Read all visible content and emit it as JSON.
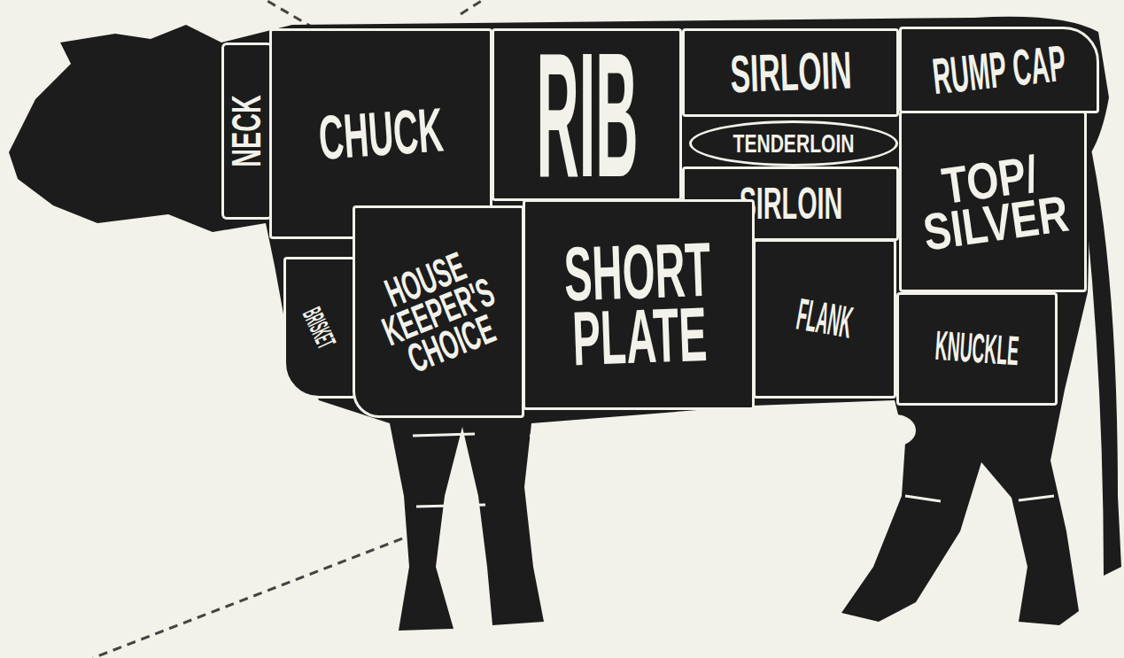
{
  "diagram": {
    "nodes": [
      {
        "text": [
          "NECK"
        ]
      },
      {
        "text": [
          "CHUCK"
        ]
      },
      {
        "text": [
          "RIB"
        ]
      },
      {
        "text": [
          "SIRLOIN"
        ]
      },
      {
        "text": [
          "RUMP CAP"
        ]
      },
      {
        "text": [
          "TENDERLOIN"
        ]
      },
      {
        "text": [
          "SIRLOIN"
        ]
      },
      {
        "text": [
          "TOP/ SILVER"
        ]
      },
      {
        "text": [
          "BRISKET"
        ]
      },
      {
        "text": [
          "HOUSE KEEPER'S CHOICE"
        ]
      },
      {
        "text": [
          "SHORT PLATE"
        ]
      },
      {
        "text": [
          "FLANK"
        ]
      },
      {
        "text": [
          "KNUCKLE"
        ]
      }
    ]
  }
}
